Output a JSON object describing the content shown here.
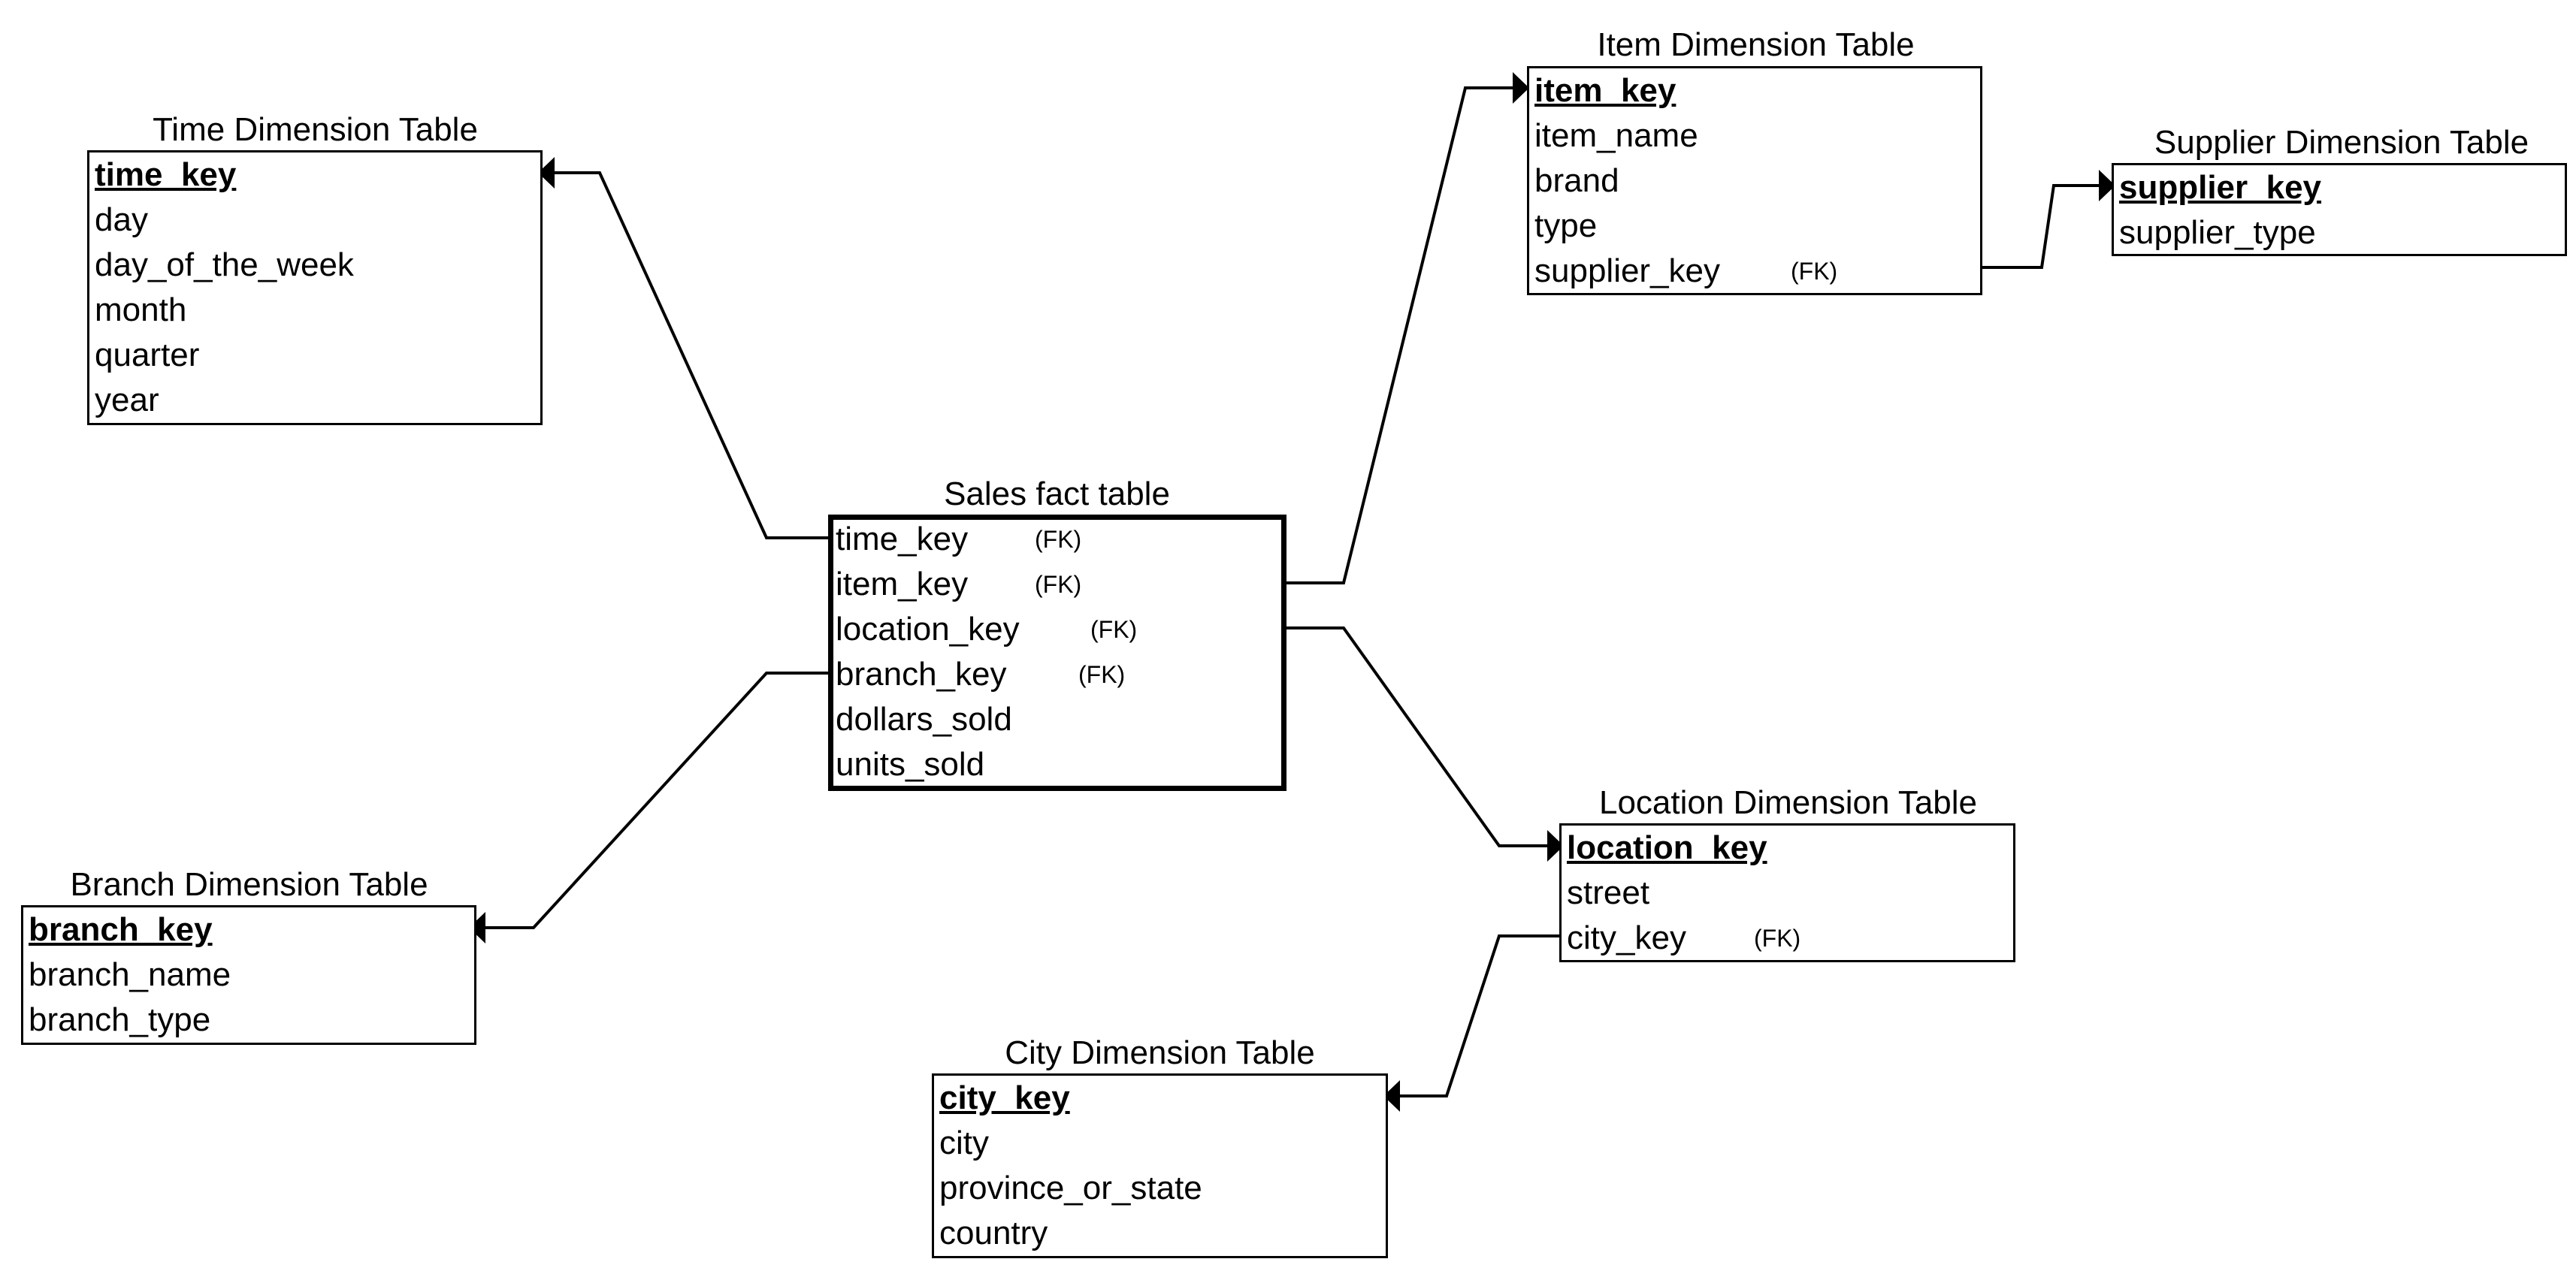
{
  "tables": {
    "time": {
      "title": "Time Dimension Table",
      "fields": [
        "time_key",
        "day",
        "day_of_the_week",
        "month",
        "quarter",
        "year"
      ]
    },
    "branch": {
      "title": "Branch Dimension Table",
      "fields": [
        "branch_key",
        "branch_name",
        "branch_type"
      ]
    },
    "sales": {
      "title": "Sales fact table",
      "fields": [
        "time_key",
        "item_key",
        "location_key",
        "branch_key",
        "dollars_sold",
        "units_sold"
      ],
      "fk_label": "(FK)"
    },
    "item": {
      "title": "Item Dimension Table",
      "fields": [
        "item_key",
        "item_name",
        "brand",
        "type",
        "supplier_key"
      ],
      "fk_label": "(FK)"
    },
    "supplier": {
      "title": "Supplier Dimension Table",
      "fields": [
        "supplier_key",
        "supplier_type"
      ]
    },
    "location": {
      "title": "Location Dimension Table",
      "fields": [
        "location_key",
        "street",
        "city_key"
      ],
      "fk_label": "(FK)"
    },
    "city": {
      "title": "City Dimension Table",
      "fields": [
        "city_key",
        "city",
        "province_or_state",
        "country"
      ]
    }
  }
}
